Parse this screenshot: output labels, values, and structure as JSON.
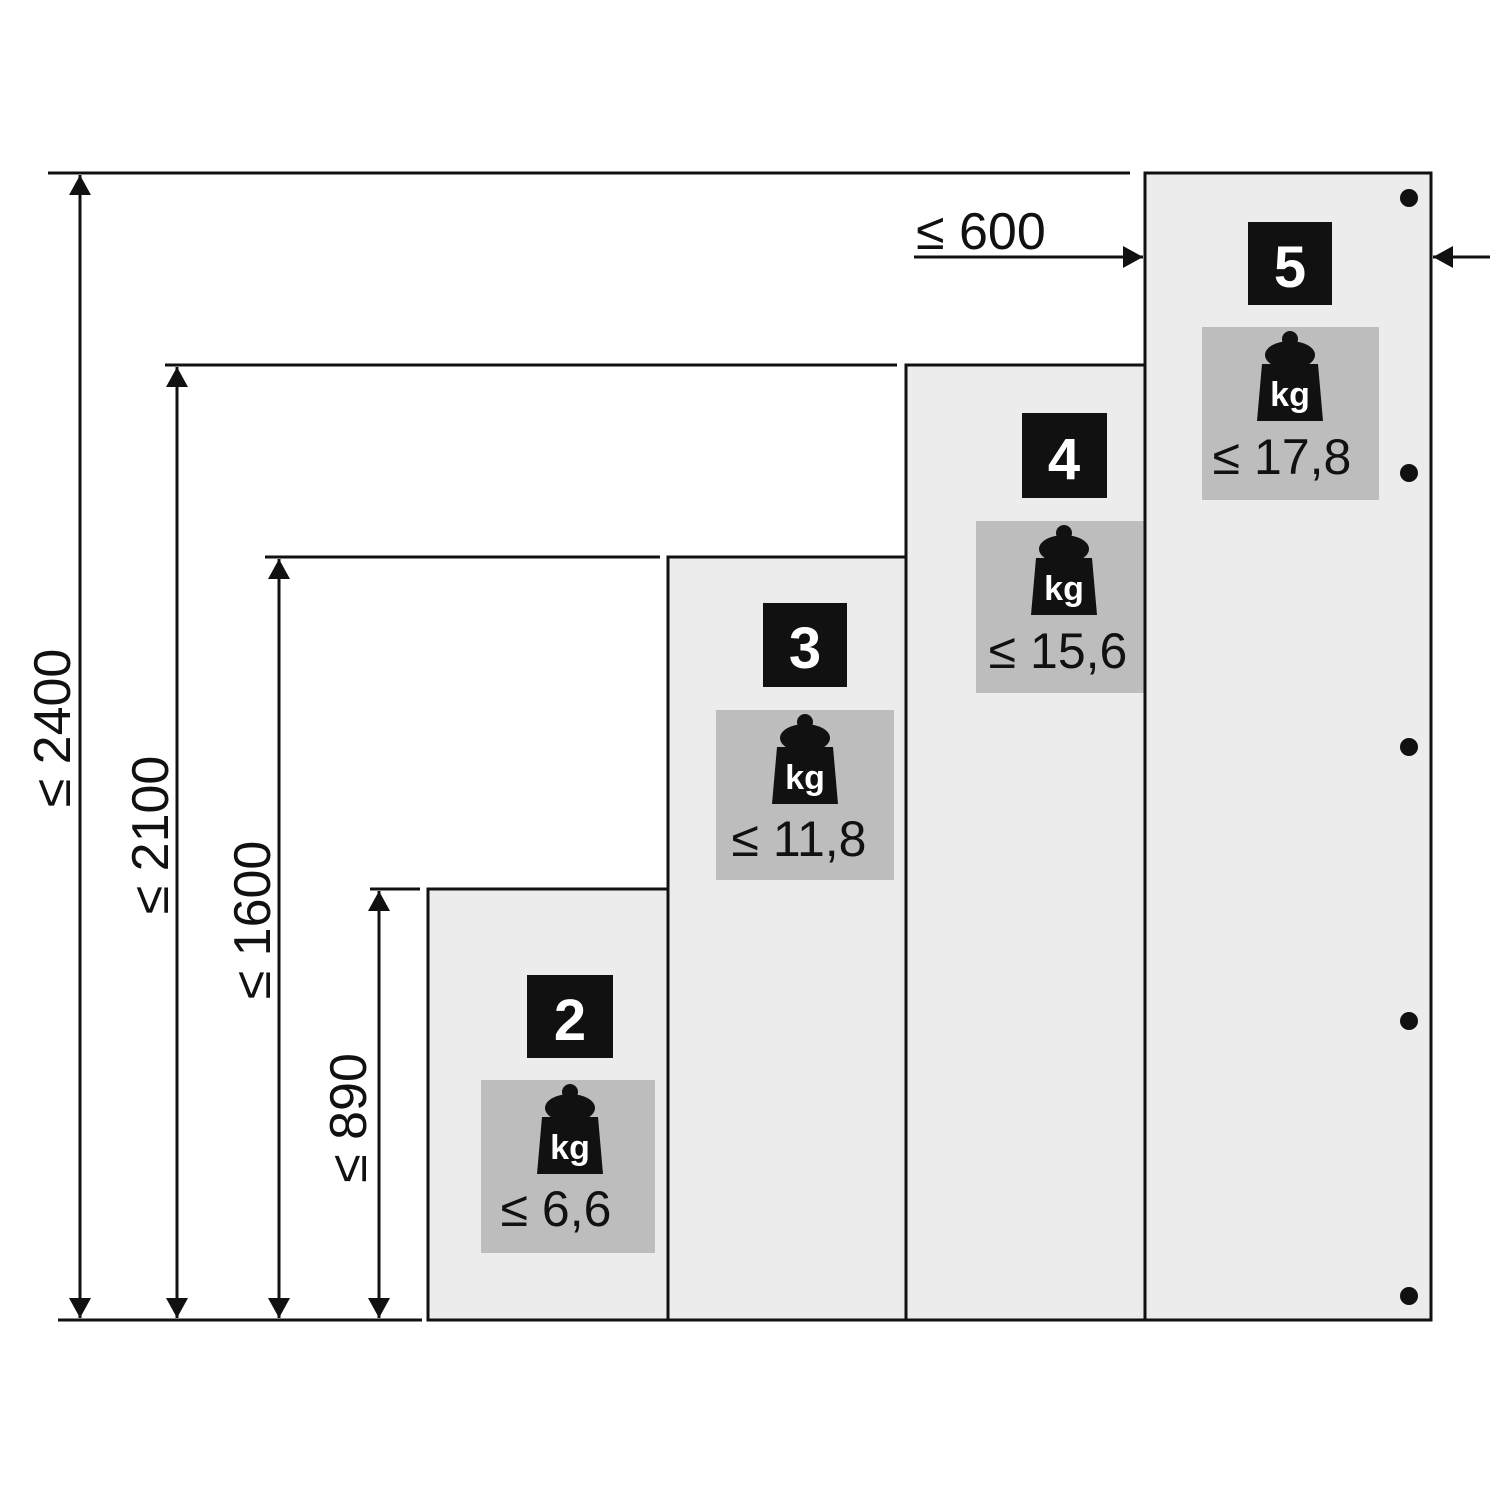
{
  "colors": {
    "panel_fill": "#ececec",
    "label_box_fill": "#bdbdbd",
    "badge_fill": "#111111",
    "line": "#111111"
  },
  "width_dimension": {
    "label": "≤ 600"
  },
  "height_dimensions": [
    {
      "label": "≤ 2400"
    },
    {
      "label": "≤ 2100"
    },
    {
      "label": "≤ 1600"
    },
    {
      "label": "≤ 890"
    }
  ],
  "panels": [
    {
      "number": "2",
      "unit": "kg",
      "weight": "≤ 6,6",
      "icon": "weight-icon"
    },
    {
      "number": "3",
      "unit": "kg",
      "weight": "≤ 11,8",
      "icon": "weight-icon"
    },
    {
      "number": "4",
      "unit": "kg",
      "weight": "≤ 15,6",
      "icon": "weight-icon"
    },
    {
      "number": "5",
      "unit": "kg",
      "weight": "≤ 17,8",
      "icon": "weight-icon"
    }
  ]
}
